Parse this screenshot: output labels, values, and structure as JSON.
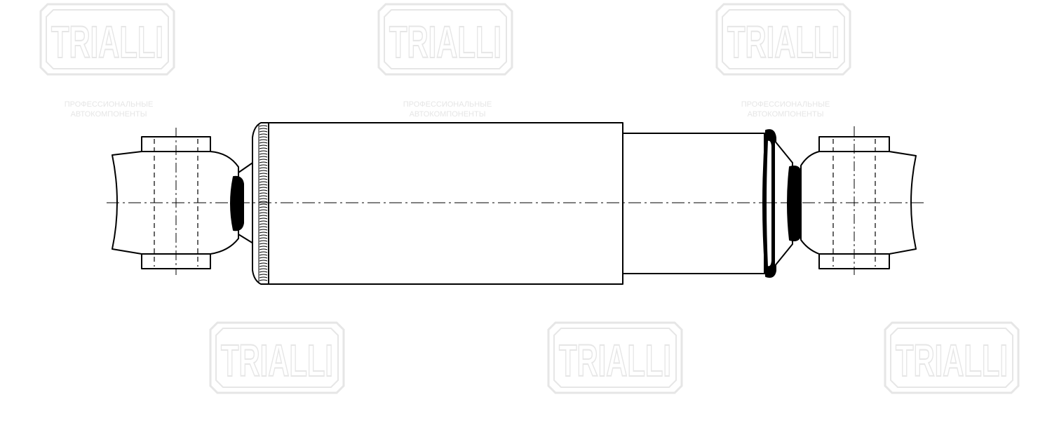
{
  "watermark": {
    "brand": "TRIALLI",
    "tagline_line1": "ПРОФЕССИОНАЛЬНЫЕ",
    "tagline_line2": "АВТОКОМПОНЕНТЫ",
    "color": "#e6e6e6"
  },
  "drawing": {
    "subject": "shock-absorber",
    "line_color": "#000000"
  }
}
